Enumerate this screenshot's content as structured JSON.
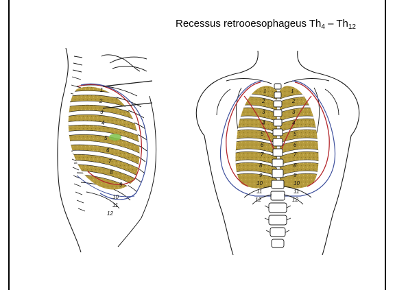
{
  "title": {
    "base": "Recessus retrooesophageus Th",
    "sub_start": "4",
    "separator": " – Th",
    "sub_end": "12"
  },
  "figure_lateral": {
    "rib_labels": [
      "1",
      "2",
      "3",
      "4",
      "5",
      "6",
      "7",
      "8",
      "9",
      "10",
      "11",
      "12"
    ]
  },
  "figure_posterior": {
    "rib_labels": [
      "1",
      "2",
      "3",
      "4",
      "5",
      "6",
      "7",
      "8",
      "9",
      "10",
      "11",
      "12"
    ]
  },
  "colors": {
    "lung_fill": "#b59a3c",
    "lung_fill_dark": "#8f7a2a",
    "pleura_red": "#b3262b",
    "pleura_blue": "#3d4f9c",
    "highlight_green": "#7fc24a",
    "line": "#1a1a1a"
  }
}
